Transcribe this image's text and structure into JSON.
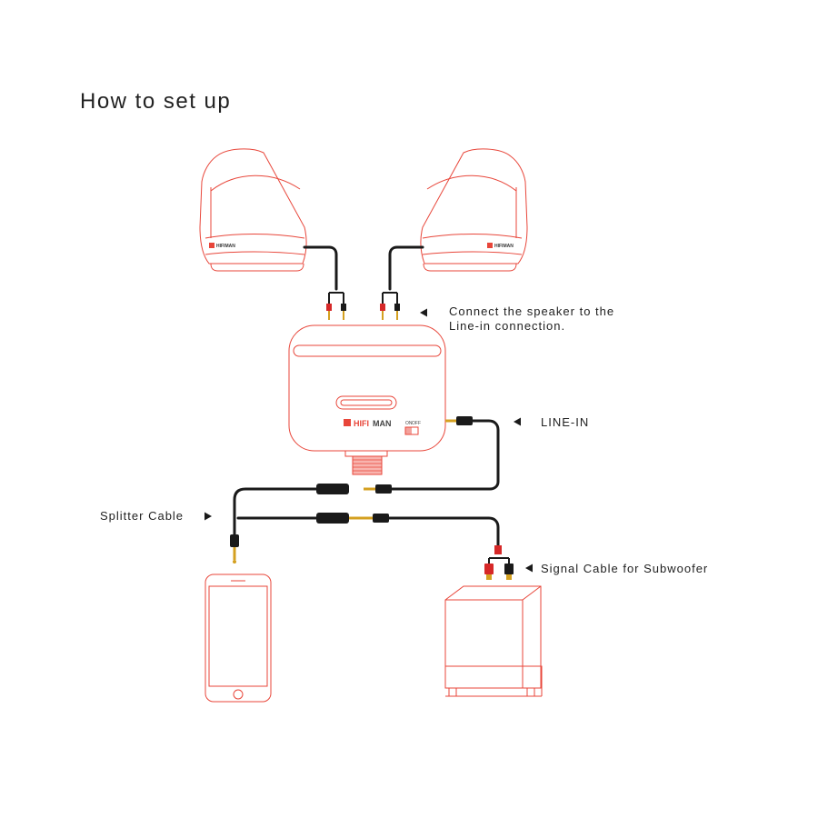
{
  "page": {
    "title": "How to set up"
  },
  "annotations": {
    "speaker_connection_line1": "Connect the speaker to the",
    "speaker_connection_line2": "Line-in connection.",
    "line_in": "LINE-IN",
    "splitter_cable": "Splitter Cable",
    "signal_cable": "Signal Cable for Subwoofer"
  },
  "devices": {
    "speaker_brand": "HIFIMAN",
    "unit_brand_prefix": "HIFI",
    "unit_brand_suffix": "MAN",
    "switch_on": "ON",
    "switch_off": "OFF"
  },
  "colors": {
    "outline": "#e8463a",
    "cable": "#1a1a1a",
    "plug_gold": "#d4a020",
    "plug_red": "#d62828",
    "text": "#222222"
  }
}
